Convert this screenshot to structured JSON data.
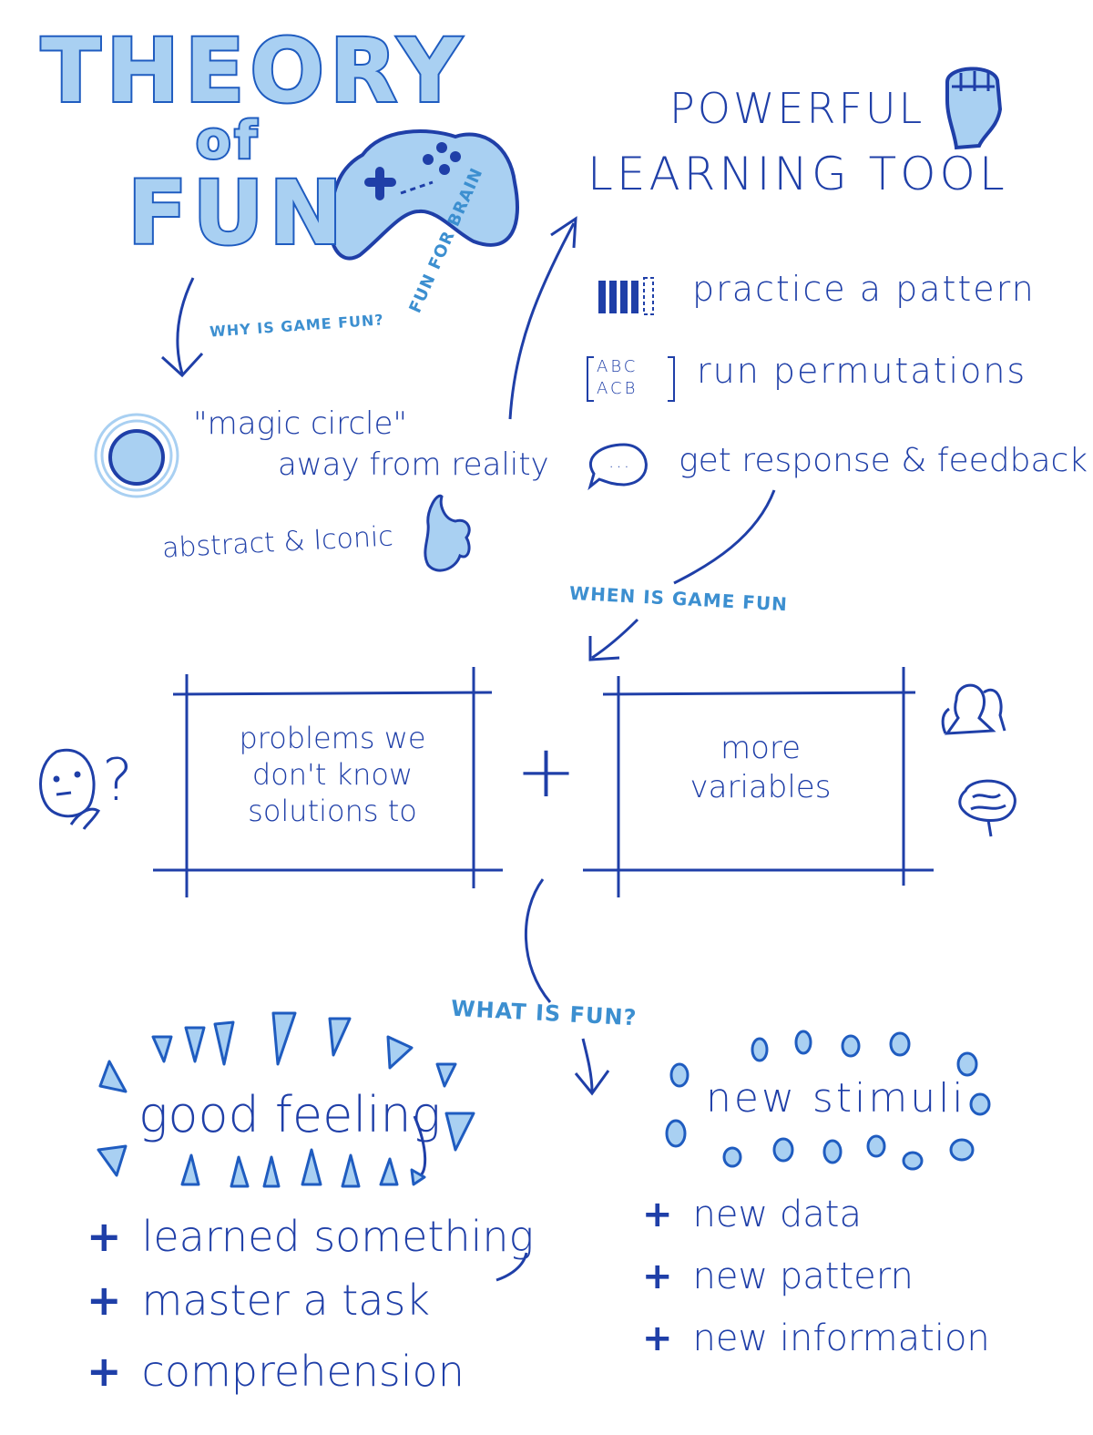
{
  "title": {
    "line1": "THEORY",
    "line2": "of",
    "line3": "FUN"
  },
  "why_label": "WHY IS GAME FUN?",
  "fun_for_brain": "FUN FOR BRAIN",
  "magic_circle": {
    "line1": "\"magic circle\"",
    "line2": "away from reality"
  },
  "abstract_iconic": "abstract & Iconic",
  "learning_tool": {
    "line1": "POWERFUL",
    "line2": "LEARNING TOOL",
    "items": [
      {
        "text": "practice a pattern",
        "icon": "bars-pattern-icon"
      },
      {
        "text": "run permutations",
        "icon": "abc-acb-icon",
        "icon_line1": "ABC",
        "icon_line2": "ACB"
      },
      {
        "text": "get response & feedback",
        "icon": "speech-bubble-icon",
        "icon_text": "..."
      }
    ]
  },
  "when_label": "WHEN IS GAME FUN",
  "box_left": {
    "line1": "problems we",
    "line2": "don't know",
    "line3": "solutions to"
  },
  "plus_sign": "+",
  "box_right": {
    "line1": "more",
    "line2": "variables"
  },
  "thinking_mark": "?",
  "what_label": "WHAT IS FUN?",
  "good_feeling": {
    "label": "good feeling",
    "bullets": [
      "learned something",
      "master a task",
      "comprehension"
    ]
  },
  "new_stimuli": {
    "label": "new stimuli",
    "bullets": [
      "new data",
      "new pattern",
      "new information"
    ]
  },
  "colors": {
    "ink": "#1f3fa8",
    "light_ink": "#3c8fd0",
    "fill": "#a9d0f2"
  }
}
